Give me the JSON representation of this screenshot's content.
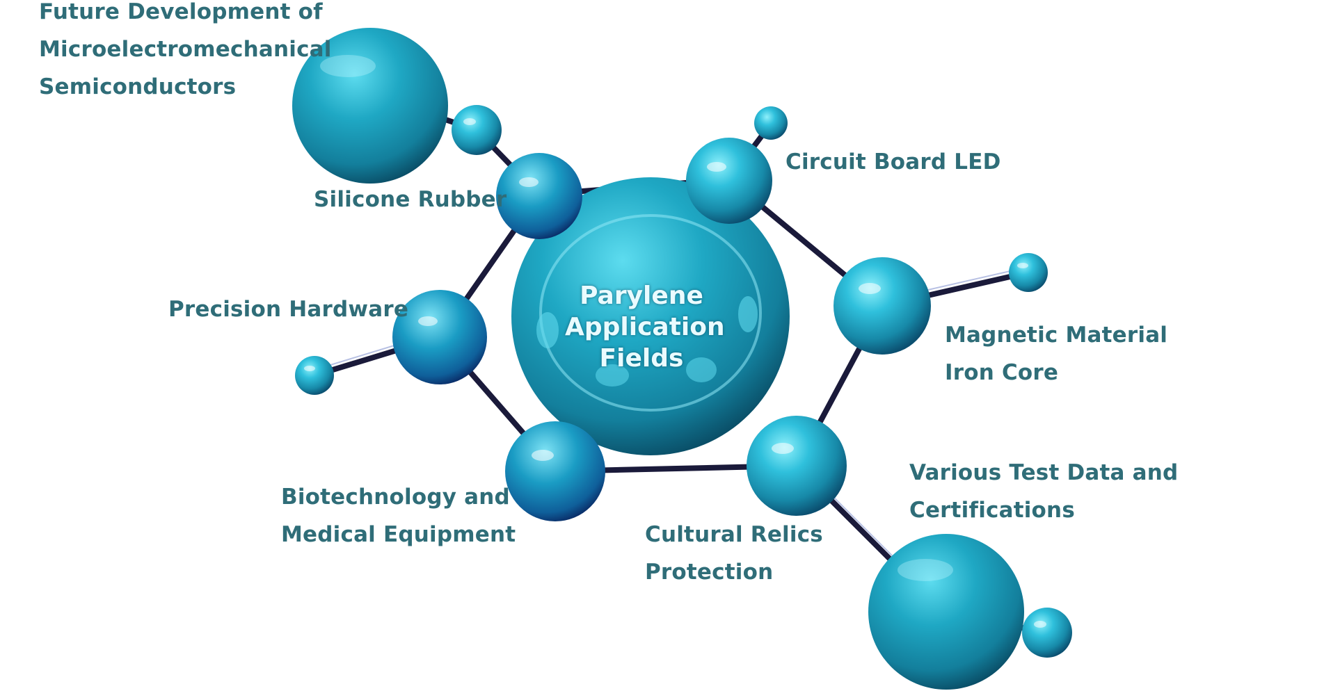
{
  "diagram": {
    "center": {
      "line1": "Parylene",
      "line2": "Application",
      "line3": "Fields"
    },
    "labels": {
      "mems": {
        "line1": "Future Development of",
        "line2": "Microelectromechanical",
        "line3": "Semiconductors"
      },
      "silicone_rubber": "Silicone Rubber",
      "circuit_board_led": "Circuit Board LED",
      "precision_hardware": "Precision Hardware",
      "magnetic_material": {
        "line1": "Magnetic Material",
        "line2": "Iron Core"
      },
      "biotech": {
        "line1": "Biotechnology and",
        "line2": "Medical Equipment"
      },
      "cultural_relics": {
        "line1": "Cultural Relics",
        "line2": "Protection"
      },
      "test_data": {
        "line1": "Various Test Data and",
        "line2": "Certifications"
      }
    },
    "colors": {
      "label_text": "#2f6d78",
      "sphere": "#1fa3c0",
      "sphere_highlight": "#7fe6f5",
      "bond": "#1a1a3a",
      "background": "#ffffff"
    }
  }
}
